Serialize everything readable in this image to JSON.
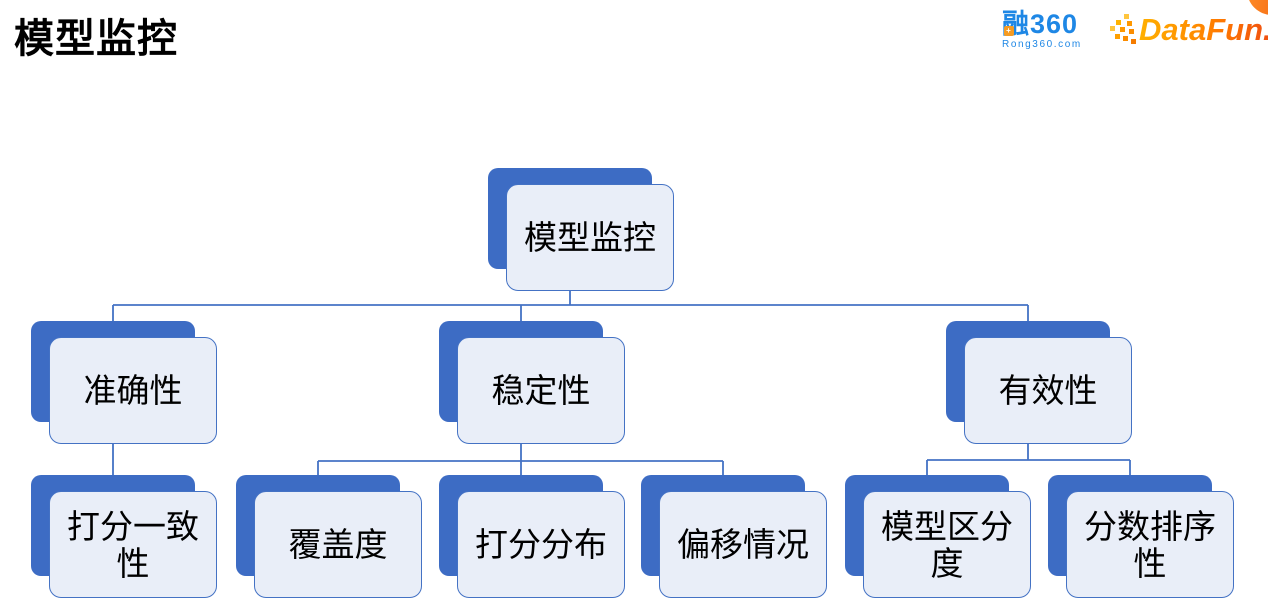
{
  "slide": {
    "title": "模型监控"
  },
  "logos": {
    "rong360": {
      "text": "融360",
      "subtext": "Rong360.com",
      "color": "#1E87E5",
      "accent_color": "#F59B22"
    },
    "datafun": {
      "text": "DataFun.",
      "gradient_start": "#FFB000",
      "gradient_end": "#EF4E12"
    }
  },
  "colors": {
    "node_back": "#3D6CC4",
    "node_fill": "#E9EEF8",
    "node_border": "#4472C4",
    "connector": "#4472C4",
    "text": "#000000",
    "corner_blob": "#F2600A"
  },
  "diagram": {
    "type": "hierarchy",
    "root": {
      "label": "模型监控"
    },
    "branches": [
      {
        "label": "准确性",
        "children": [
          {
            "label": "打分一致性"
          }
        ]
      },
      {
        "label": "稳定性",
        "children": [
          {
            "label": "覆盖度"
          },
          {
            "label": "打分分布"
          },
          {
            "label": "偏移情况"
          }
        ]
      },
      {
        "label": "有效性",
        "children": [
          {
            "label": "模型区分度"
          },
          {
            "label": "分数排序性"
          }
        ]
      }
    ]
  }
}
